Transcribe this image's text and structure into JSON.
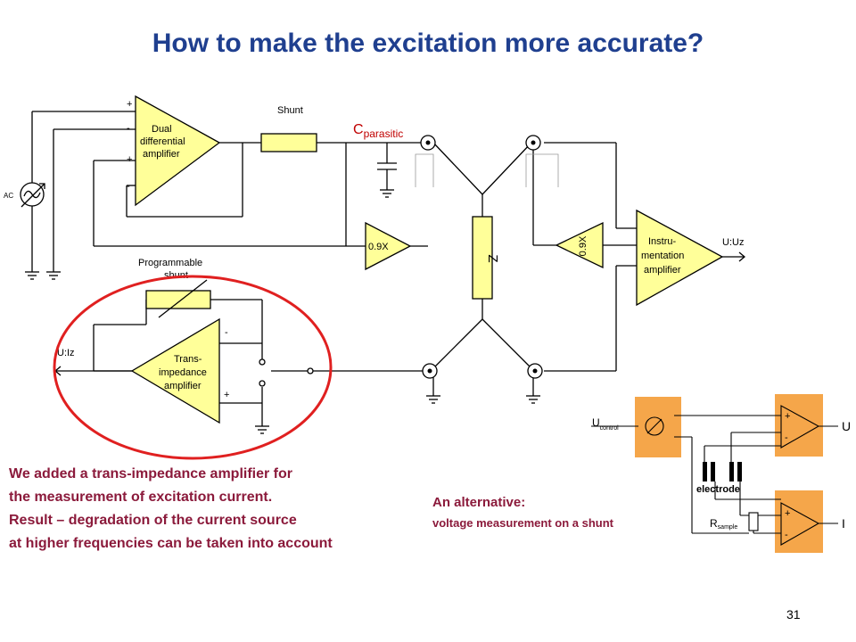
{
  "slide": {
    "title": "How to make the excitation more accurate?",
    "page_number": "31"
  },
  "circuit": {
    "source_label": "AC",
    "dual_amp": {
      "line1": "Dual",
      "line2": "differential",
      "line3": "amplifier",
      "pin1": "+",
      "pin2": "-",
      "pin3": "+",
      "pin4": "-"
    },
    "shunt_label": "Shunt",
    "parasitic": {
      "main": "C",
      "sub": "parasitic"
    },
    "buffer_left": "0.9X",
    "buffer_right": "0.9X",
    "impedance_label": "Z",
    "inst_amp": {
      "line1": "Instru-",
      "line2": "mentation",
      "line3": "amplifier"
    },
    "output_uz": "U:Uz",
    "prog_shunt": {
      "line1": "Programmable",
      "line2": "shunt"
    },
    "trans_amp": {
      "line1": "Trans-",
      "line2": "impedance",
      "line3": "amplifier",
      "pin_minus": "-",
      "pin_plus": "+"
    },
    "output_uiz": "U:Iz"
  },
  "description": {
    "line1": "We added a trans-impedance amplifier for",
    "line2": "the measurement of excitation current.",
    "line3": "Result – degradation of the current source",
    "line4": "at higher frequencies can be taken into account"
  },
  "alternative": {
    "title": "An alternative:",
    "text": "voltage measurement on a shunt",
    "u_control_main": "U",
    "u_control_sub": "control",
    "r_sample_main": "R",
    "r_sample_sub": "sample",
    "electrode_label": "electrode",
    "out_u": "U",
    "out_i": "I",
    "amp_plus": "+",
    "amp_minus": "-"
  },
  "colors": {
    "title": "#1f3f8f",
    "description_text": "#8b1a3b",
    "amplifier_fill": "#ffff99",
    "highlight_circle": "#e02020",
    "alt_block_fill": "#f5a64a"
  }
}
